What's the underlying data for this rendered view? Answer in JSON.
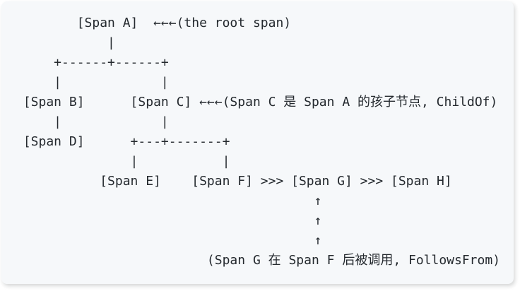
{
  "colors": {
    "page_bg": "#ffffff",
    "panel_bg": "#f6f8fa",
    "text": "#24292e"
  },
  "diagram": {
    "description": "ASCII tree of trace spans showing ChildOf and FollowsFrom relationships",
    "spans": [
      "Span A",
      "Span B",
      "Span C",
      "Span D",
      "Span E",
      "Span F",
      "Span G",
      "Span H"
    ],
    "annotations": {
      "root": "←←←(the root span)",
      "child_of": "←←←(Span C 是 Span A 的孩子节点, ChildOf)",
      "follows_from": "(Span G 在 Span F 后被调用, FollowsFrom)"
    },
    "lines": [
      "        [Span A]  ←←←(the root span)",
      "            |",
      "     +------+------+",
      "     |             |",
      " [Span B]      [Span C] ←←←(Span C 是 Span A 的孩子节点, ChildOf)",
      "     |             |",
      " [Span D]      +---+-------+",
      "               |           |",
      "           [Span E]    [Span F] >>> [Span G] >>> [Span H]",
      "                                       ↑",
      "                                       ↑",
      "                                       ↑",
      "                         (Span G 在 Span F 后被调用, FollowsFrom)"
    ]
  }
}
